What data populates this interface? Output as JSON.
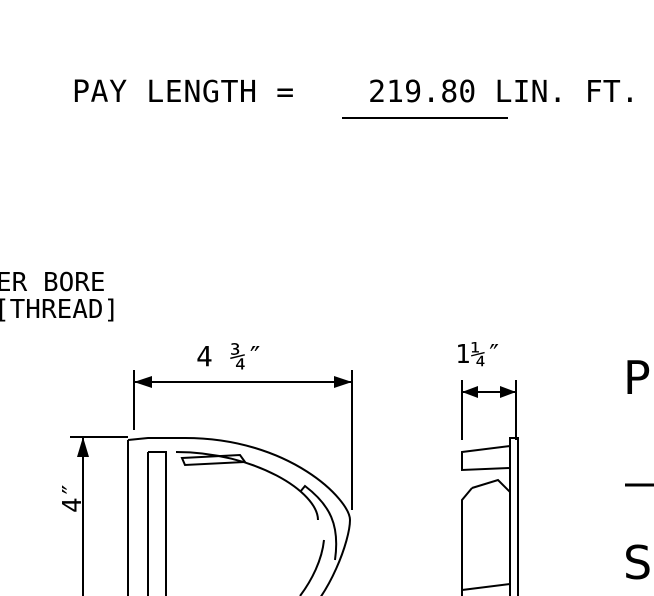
{
  "pay_length": {
    "label": "PAY LENGTH =",
    "value": "219.80",
    "unit": "LIN. FT."
  },
  "note": {
    "line1": "ER BORE",
    "line2": "[THREAD]"
  },
  "dimensions": {
    "width": "4 ¾″",
    "height": "4″",
    "thickness": "1¼″"
  },
  "edge_text": {
    "top": "P",
    "middle": "—",
    "bottom": "S"
  }
}
